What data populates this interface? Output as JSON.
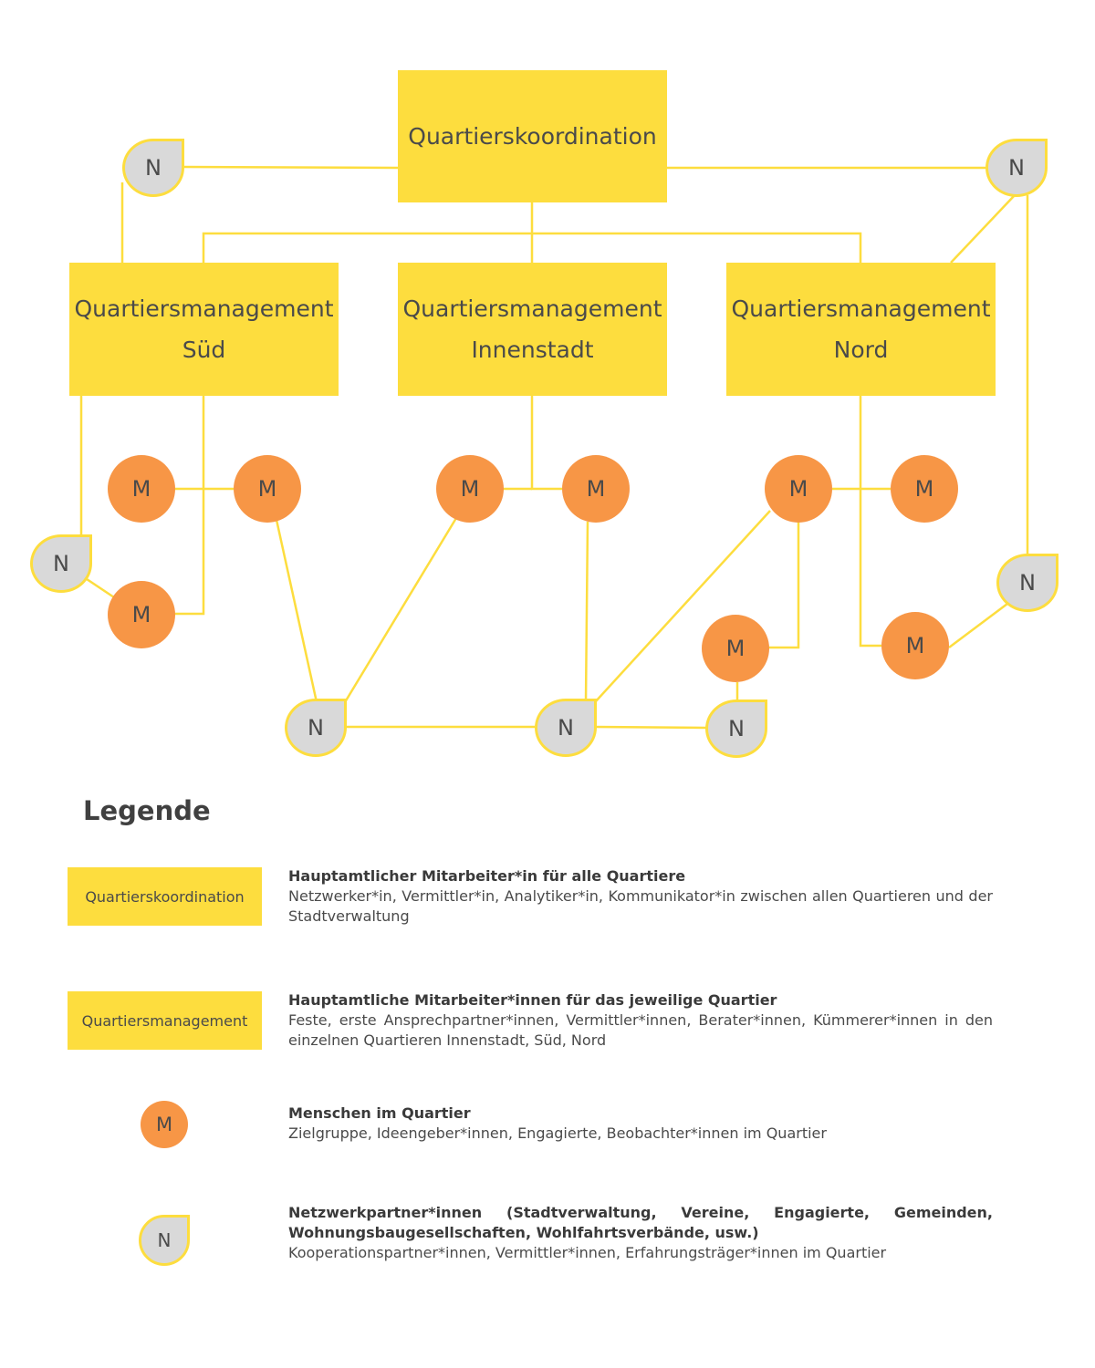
{
  "colors": {
    "yellow": "#fddd3e",
    "orange": "#f79646",
    "gray": "#d9d9d9",
    "line": "#fddd3e",
    "text": "#4a4a4a"
  },
  "diagram": {
    "koordination": "Quartierskoordination",
    "qm_sued": {
      "line1": "Quartiersmanagement",
      "line2": "Süd"
    },
    "qm_innenstadt": {
      "line1": "Quartiersmanagement",
      "line2": "Innenstadt"
    },
    "qm_nord": {
      "line1": "Quartiersmanagement",
      "line2": "Nord"
    },
    "m_label": "M",
    "n_label": "N"
  },
  "legend": {
    "title": "Legende",
    "items": [
      {
        "swatch": "Quartierskoordination",
        "head": "Hauptamtlicher Mitarbeiter*in für alle Quartiere",
        "desc": "Netzwerker*in, Vermittler*in, Analytiker*in, Kommunikator*in zwischen allen Quartieren und der Stadtverwaltung"
      },
      {
        "swatch": "Quartiersmanagement",
        "head": "Hauptamtliche Mitarbeiter*innen für das jeweilige Quartier",
        "desc": "Feste, erste Ansprechpartner*innen, Vermittler*innen, Berater*innen, Kümmerer*innen in den einzelnen Quartieren Innenstadt, Süd, Nord"
      },
      {
        "swatch": "M",
        "head": "Menschen im Quartier",
        "desc": "Zielgruppe, Ideengeber*innen, Engagierte, Beobachter*innen im Quartier"
      },
      {
        "swatch": "N",
        "head": "Netzwerkpartner*innen (Stadtverwaltung, Vereine, Engagierte, Gemeinden, Wohnungsbaugesellschaften, Wohlfahrtsverbände, usw.)",
        "desc": "Kooperationspartner*innen, Vermittler*innen, Erfahrungsträger*innen im Quartier"
      }
    ]
  }
}
